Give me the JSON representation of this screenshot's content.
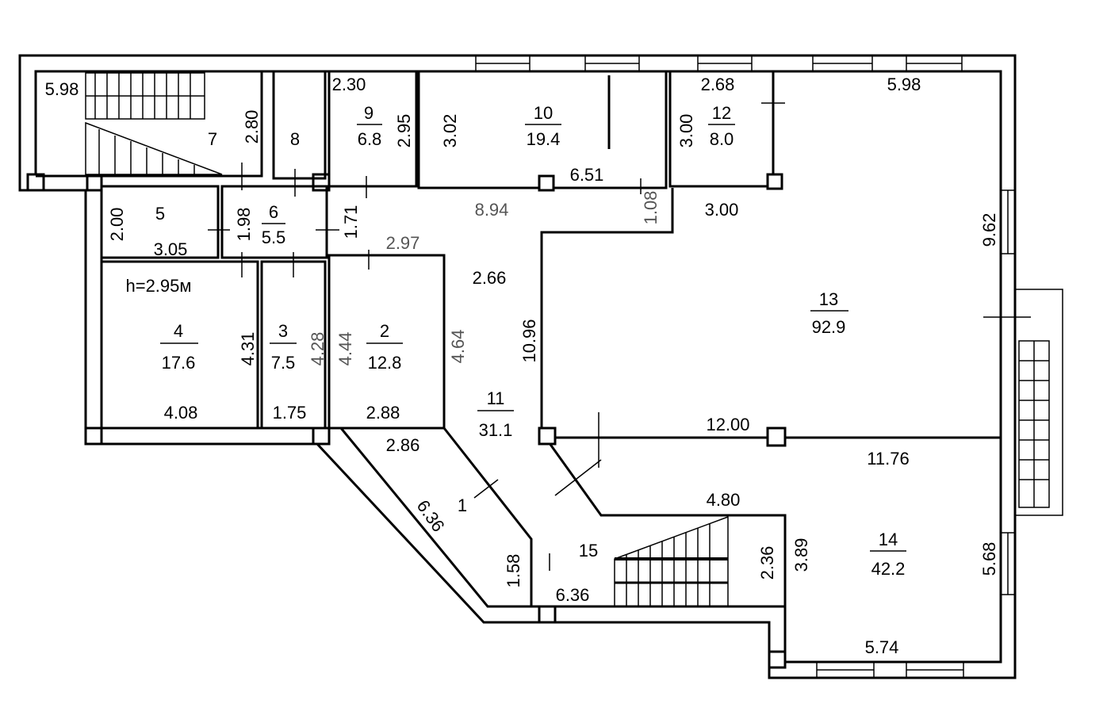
{
  "plan": {
    "ceiling_height": "h=2.95м",
    "rooms": [
      {
        "number": "1"
      },
      {
        "number": "2",
        "area": "12.8"
      },
      {
        "number": "3",
        "area": "7.5"
      },
      {
        "number": "4",
        "area": "17.6"
      },
      {
        "number": "5"
      },
      {
        "number": "6",
        "area": "5.5"
      },
      {
        "number": "7"
      },
      {
        "number": "8"
      },
      {
        "number": "9",
        "area": "6.8"
      },
      {
        "number": "10",
        "area": "19.4"
      },
      {
        "number": "11",
        "area": "31.1"
      },
      {
        "number": "12",
        "area": "8.0"
      },
      {
        "number": "13",
        "area": "92.9"
      },
      {
        "number": "14",
        "area": "42.2"
      },
      {
        "number": "15"
      }
    ],
    "dimensions": {
      "stair7_width": "5.98",
      "stair7_depth": "2.80",
      "r9_width": "2.30",
      "r9_depth": "2.95",
      "r10_depth": "3.02",
      "r10_width": "6.51",
      "r12_width": "2.68",
      "r12_depth": "3.00",
      "r13_top": "5.98",
      "corridor_top": "8.94",
      "r13_notch": "1.08",
      "r13_notch_w": "3.00",
      "r5_depth": "2.00",
      "r5_width": "3.05",
      "r6_depth": "1.98",
      "corridor_left": "1.71",
      "r2_top": "2.97",
      "corridor_mid": "2.66",
      "r13_right": "9.62",
      "r13_left": "10.96",
      "r4_depth": "4.31",
      "r3_depth": "4.28",
      "r2_left": "4.44",
      "r2_right": "4.64",
      "r4_width": "4.08",
      "r3_width": "1.75",
      "r2_width": "2.88",
      "r13_bottom": "12.00",
      "r1_top": "2.86",
      "r14_top": "11.76",
      "r1_diag": "6.36",
      "r15_top": "4.80",
      "r1_bottom": "1.58",
      "r15_width": "6.36",
      "stair15_depth": "2.36",
      "r14_left": "3.89",
      "r14_right": "5.68",
      "r14_bottom": "5.74"
    }
  }
}
